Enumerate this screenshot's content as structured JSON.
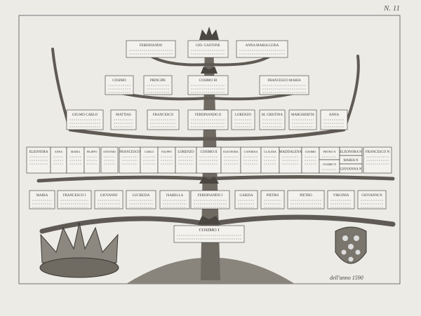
{
  "plate_number": "N. 11",
  "caption": "dell'anno 1590",
  "colors": {
    "paper": "#ecebe6",
    "ink": "#3a3733",
    "box": "#f3f2ee"
  },
  "root": {
    "name": "Cosimo I"
  },
  "generations": [
    [
      "Ferdinando",
      "Gio. Gastone",
      "Anna Maria Luisa"
    ],
    [
      "Cosimo",
      "Principe",
      "Cosimo III",
      "Francesco Maria"
    ],
    [
      "Gio.mo Carlo",
      "Mattias",
      "Francesco",
      "Ferdinando II",
      "Lorenzo",
      "M. Cristina",
      "Margherita",
      "Anna"
    ],
    [
      "Eleonora",
      "Anna",
      "Maria",
      "Filippo",
      "Antonio",
      "Francesco",
      "Carlo",
      "Filippo",
      "Lorenzo",
      "Cosimo II",
      "Eleonora",
      "Caterina",
      "Claudia",
      "Maddalena",
      "Cosimo",
      "Pietro N",
      "Cosimo N",
      "Eleonora N",
      "Maria N",
      "Giovanna N",
      "Francesco N"
    ],
    [
      "Maria",
      "Francesco I",
      "Giovanni",
      "Lucrezia",
      "Isabella",
      "Ferdinando I",
      "Garzia",
      "Pietro",
      "Pietro",
      "Virginia",
      "Giovanni N"
    ]
  ],
  "emblems": [
    "grand-ducal-crown-icon",
    "medici-coat-of-arms-icon"
  ]
}
